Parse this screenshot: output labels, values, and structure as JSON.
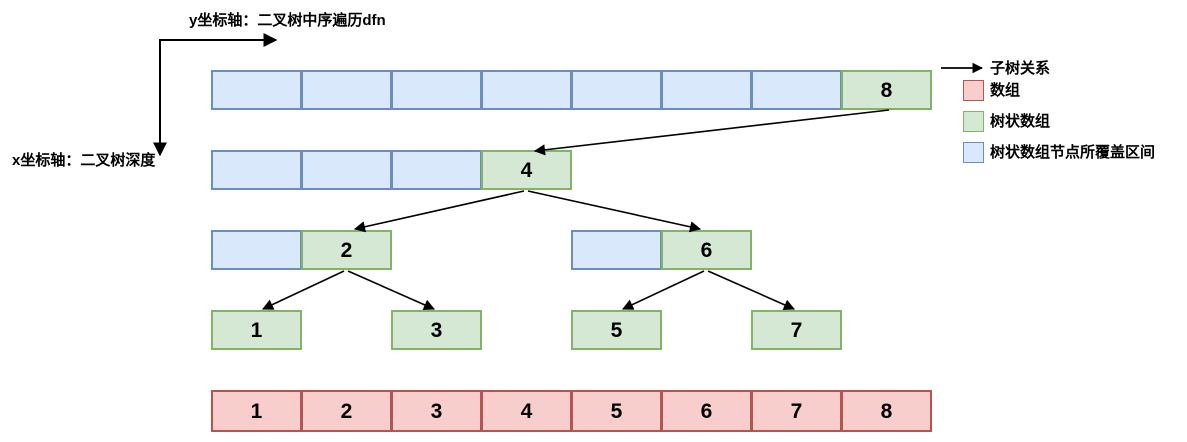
{
  "diagram": {
    "title_y_axis": "y坐标轴：二叉树中序遍历dfn",
    "title_x_axis": "x坐标轴：二叉树深度",
    "colors": {
      "green_fill": "#d5e8d4",
      "green_border": "#82b366",
      "blue_fill": "#dae8fc",
      "blue_border": "#6c8ebf",
      "red_fill": "#f8cecc",
      "red_border": "#b85450",
      "arrow": "#000000"
    },
    "levels": [
      {
        "name": "level-1",
        "covered_cells": [
          "",
          "",
          "",
          "",
          "",
          "",
          ""
        ],
        "node_label": "8"
      },
      {
        "name": "level-2",
        "covered_cells": [
          "",
          "",
          ""
        ],
        "node_label": "4"
      },
      {
        "name": "level-3-left",
        "covered_cells": [
          ""
        ],
        "node_label": "2"
      },
      {
        "name": "level-3-right",
        "covered_cells": [
          ""
        ],
        "node_label": "6"
      },
      {
        "name": "level-4",
        "node_labels": [
          "1",
          "3",
          "5",
          "7"
        ]
      }
    ],
    "array": {
      "name": "source-array",
      "cells": [
        "1",
        "2",
        "3",
        "4",
        "5",
        "6",
        "7",
        "8"
      ]
    },
    "legend": {
      "items": [
        {
          "icon": "arrow-right-icon",
          "label": "子树关系",
          "swatch": "arrow"
        },
        {
          "icon": "red-square-icon",
          "label": "数组",
          "swatch": "red"
        },
        {
          "icon": "green-square-icon",
          "label": "树状数组",
          "swatch": "green"
        },
        {
          "icon": "blue-square-icon",
          "label": "树状数组节点所覆盖区间",
          "swatch": "blue"
        }
      ]
    }
  }
}
